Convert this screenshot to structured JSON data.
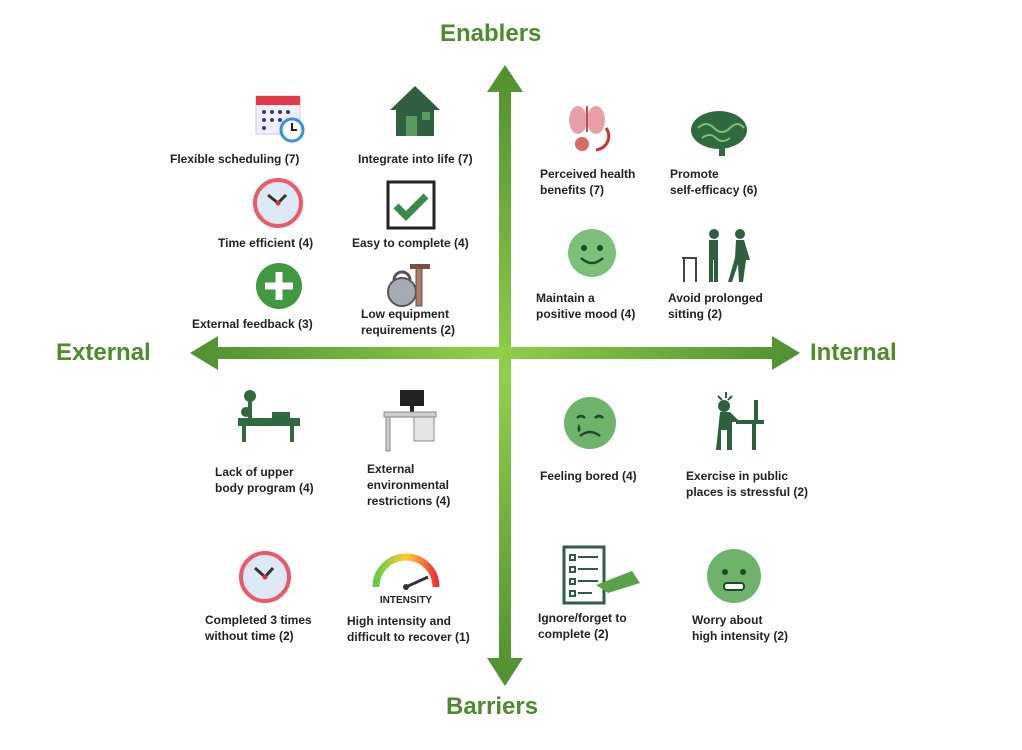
{
  "axes": {
    "top": "Enablers",
    "bottom": "Barriers",
    "left": "External",
    "right": "Internal"
  },
  "colors": {
    "axis": "#4e8a2e",
    "arrow": "#5a9a35",
    "icon_green": "#2f5f3f"
  },
  "enablers_external": [
    {
      "label": "Flexible scheduling (7)",
      "icon": "calendar-clock-icon"
    },
    {
      "label": "Integrate into life (7)",
      "icon": "house-icon"
    },
    {
      "label": "Time efficient (4)",
      "icon": "clock-icon"
    },
    {
      "label": "Easy to complete (4)",
      "icon": "checkbox-icon"
    },
    {
      "label": "External feedback (3)",
      "icon": "plus-circle-icon"
    },
    {
      "label": "Low equipment\nrequirements (2)",
      "icon": "kettlebell-icon"
    }
  ],
  "enablers_internal": [
    {
      "label": "Perceived health\nbenefits (7)",
      "icon": "organs-icon"
    },
    {
      "label": "Promote\nself-efficacy (6)",
      "icon": "brain-icon"
    },
    {
      "label": "Maintain a\npositive mood (4)",
      "icon": "smiley-icon"
    },
    {
      "label": "Avoid prolonged\nsitting (2)",
      "icon": "stand-walk-icon"
    }
  ],
  "barriers_external": [
    {
      "label": "Lack of upper\nbody program (4)",
      "icon": "bench-press-icon"
    },
    {
      "label": "External\nenvironmental\nrestrictions (4)",
      "icon": "desk-icon"
    },
    {
      "label": "Completed 3 times\nwithout time (2)",
      "icon": "clock-icon"
    },
    {
      "label": "High intensity and\ndifficult to recover (1)",
      "icon": "intensity-gauge-icon",
      "icon_text": "INTENSITY"
    }
  ],
  "barriers_internal": [
    {
      "label": "Feeling bored (4)",
      "icon": "sad-face-icon"
    },
    {
      "label": "Exercise in public\nplaces is stressful (2)",
      "icon": "stressed-desk-icon"
    },
    {
      "label": "Ignore/forget to\ncomplete (2)",
      "icon": "checklist-icon"
    },
    {
      "label": "Worry about\nhigh intensity (2)",
      "icon": "worried-face-icon"
    }
  ]
}
